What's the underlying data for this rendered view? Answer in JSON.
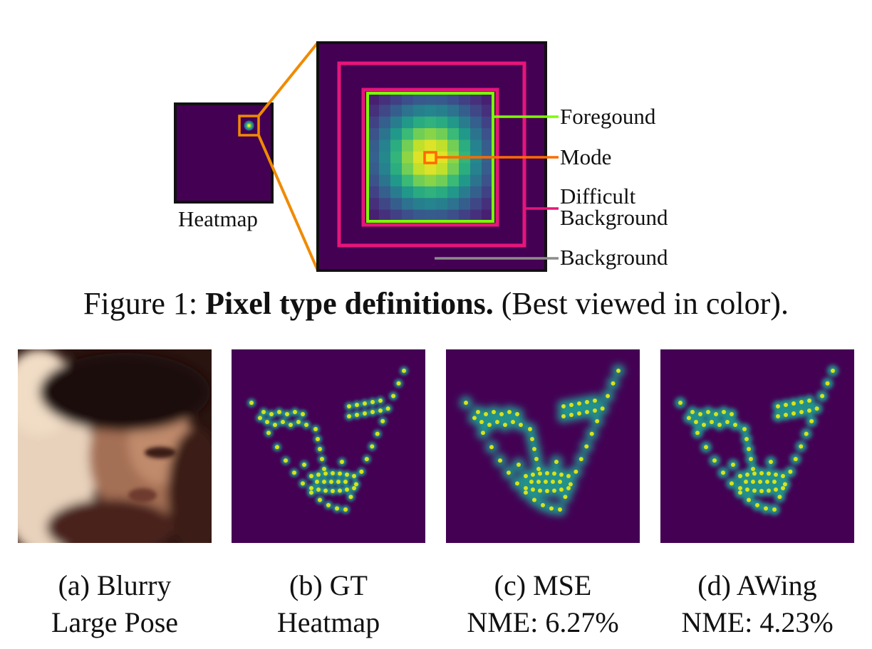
{
  "figure1": {
    "heatmap_label": "Heatmap",
    "region_labels": {
      "foreground": "Foregound",
      "mode": "Mode",
      "difficult_background_line1": "Difficult",
      "difficult_background_line2": "Background",
      "background": "Background"
    },
    "colors": {
      "background": "#440154",
      "foreground_box": "#7CFC00",
      "difficult_box": "#E6157A",
      "mode_box": "#FF6A00",
      "zoom_lines": "#F08A00",
      "background_pointer": "#8C8C8C"
    },
    "caption": {
      "prefix": "Figure 1: ",
      "bold": "Pixel type definitions.",
      "suffix": " (Best viewed in color)."
    }
  },
  "figure2_panels": [
    {
      "letter": "(a)",
      "line1": "(a) Blurry",
      "line2": "Large Pose"
    },
    {
      "letter": "(b)",
      "line1": "(b) GT",
      "line2": "Heatmap"
    },
    {
      "letter": "(c)",
      "line1": "(c) MSE",
      "line2": "NME: 6.27%"
    },
    {
      "letter": "(d)",
      "line1": "(d) AWing",
      "line2": "NME: 4.23%"
    }
  ]
}
